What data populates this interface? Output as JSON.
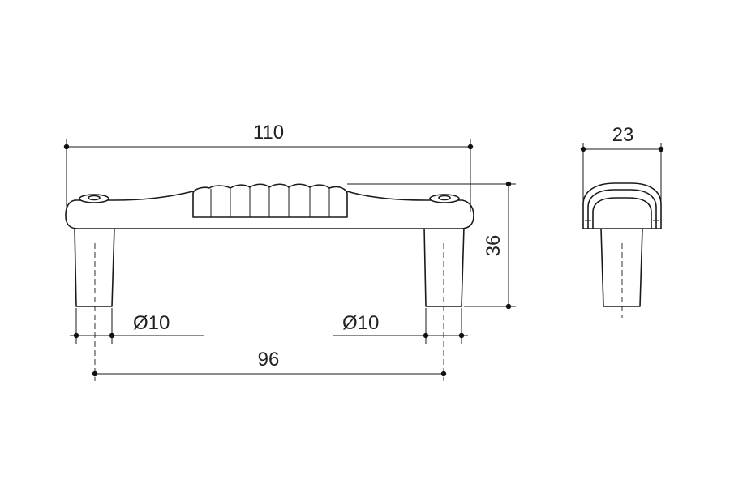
{
  "dimensions": {
    "overall_length": "110",
    "hole_spacing": "96",
    "height": "36",
    "width": "23",
    "leg_diameter_left": "Ø10",
    "leg_diameter_right": "Ø10"
  },
  "colors": {
    "line": "#1a1a1a",
    "background": "#ffffff"
  }
}
